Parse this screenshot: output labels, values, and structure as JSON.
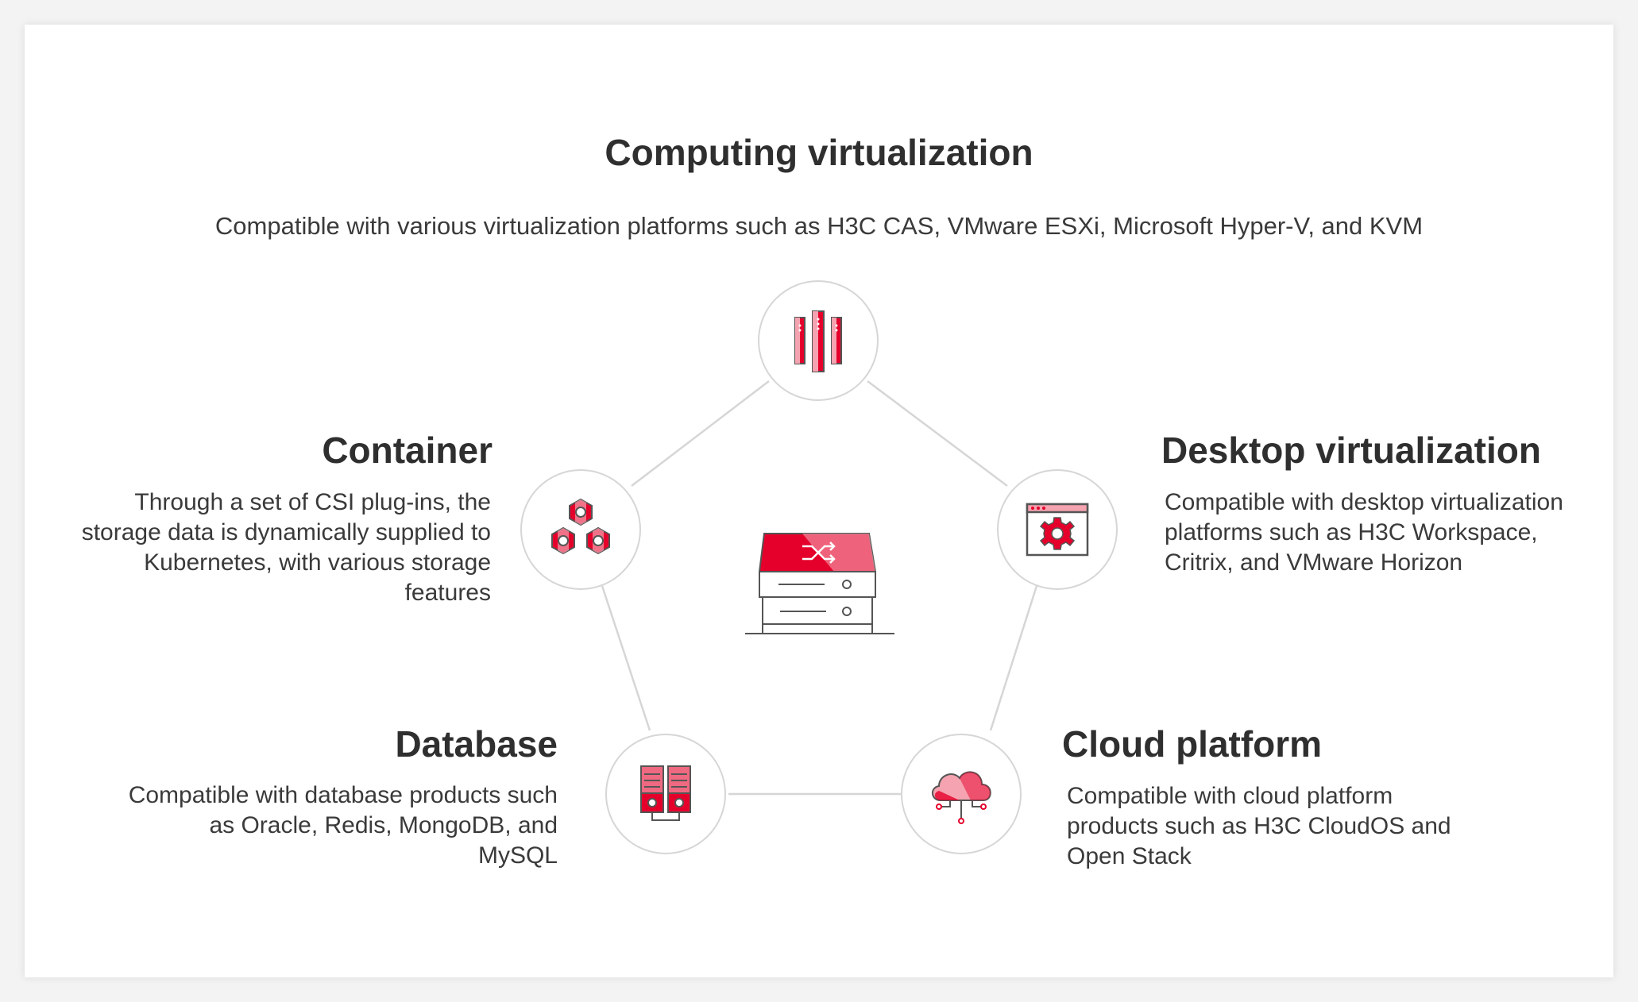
{
  "colors": {
    "accent": "#e5002b",
    "accent_light": "#f5a3b0",
    "line": "#d6d6d6"
  },
  "center": {
    "icon": "server-switch-icon"
  },
  "sections": {
    "computing": {
      "title": "Computing virtualization",
      "desc": "Compatible with various virtualization platforms such as H3C CAS, VMware ESXi, Microsoft Hyper-V, and KVM",
      "icon": "server-racks-icon"
    },
    "container": {
      "title": "Container",
      "desc": "Through a set of CSI plug-ins, the storage data is dynamically supplied to Kubernetes, with various storage features",
      "icon": "hexagon-cluster-icon"
    },
    "desktop": {
      "title": "Desktop virtualization",
      "desc": "Compatible with desktop virtualization platforms such as H3C Workspace, Critrix, and VMware Horizon",
      "icon": "window-gear-icon"
    },
    "database": {
      "title": "Database",
      "desc": "Compatible with database products such as Oracle, Redis, MongoDB, and MySQL",
      "icon": "database-servers-icon"
    },
    "cloud": {
      "title": "Cloud platform",
      "desc": "Compatible with cloud platform products such as H3C CloudOS and Open Stack",
      "icon": "cloud-network-icon"
    }
  }
}
